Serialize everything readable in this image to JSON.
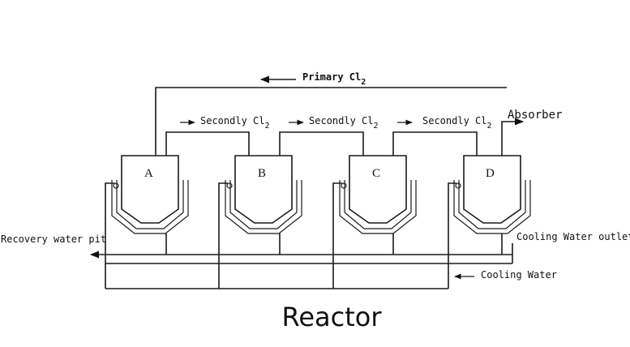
{
  "labels": {
    "primary_cl2": "Primary Cl",
    "primary_cl2_sub": "2",
    "secondly_cl2": "Secondly Cl",
    "secondly_cl2_sub": "2",
    "absorber": "Absorber",
    "recovery_water_pit": "Recovery water pit",
    "cooling_water_outlet": "Cooling Water outlet",
    "cooling_water": "Cooling Water",
    "title": "Reactor"
  },
  "reactors": [
    {
      "letter": "A"
    },
    {
      "letter": "B"
    },
    {
      "letter": "C"
    },
    {
      "letter": "D"
    }
  ]
}
